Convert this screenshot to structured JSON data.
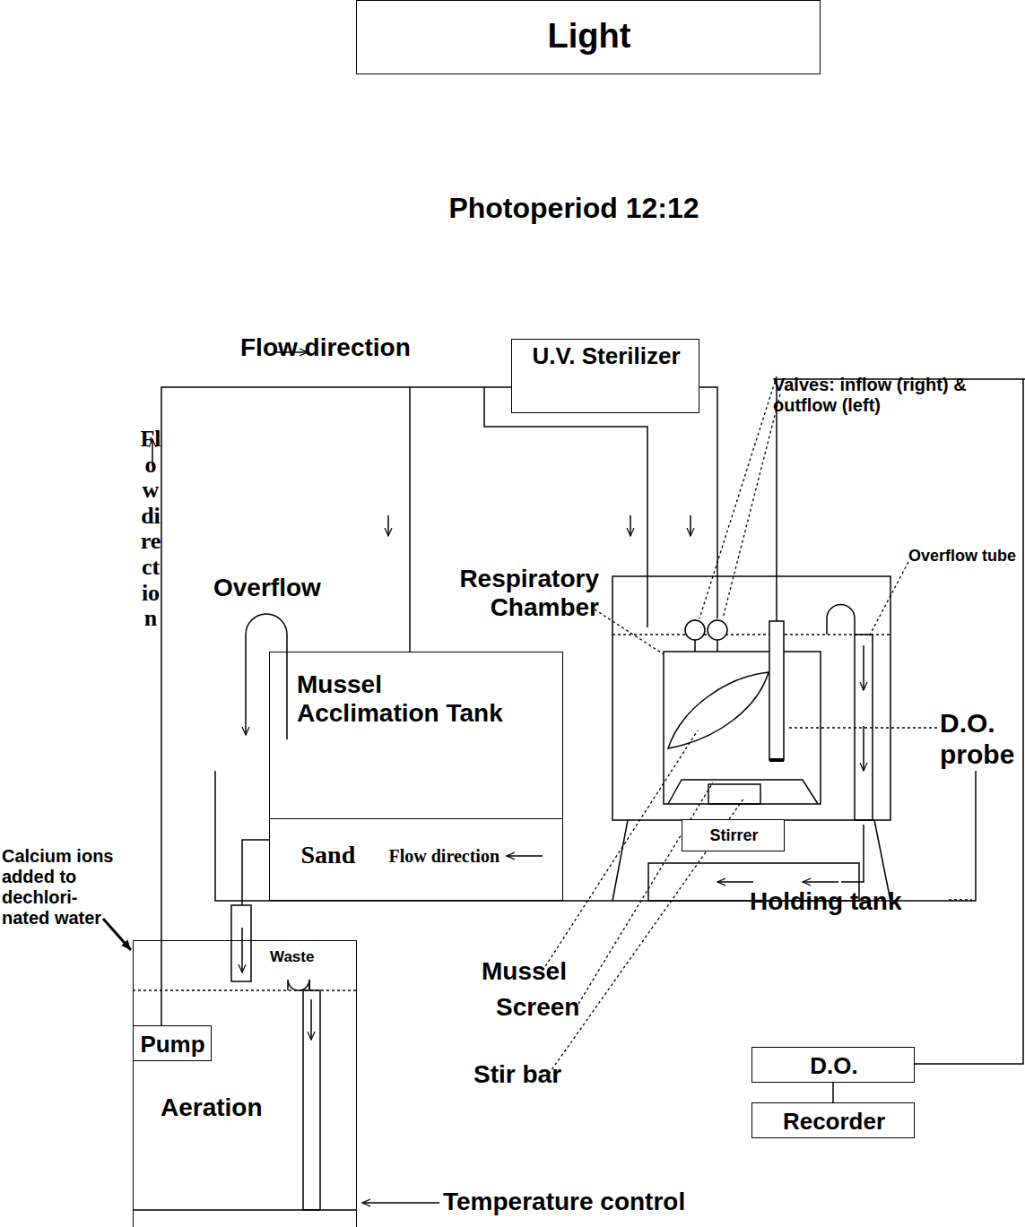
{
  "diagram": {
    "nodes": [
      {
        "text": [
          "Light"
        ]
      },
      {
        "text": [
          "U.V. Sterilizer"
        ]
      },
      {
        "text": [
          "Mussel Acclimation Tank"
        ]
      },
      {
        "text": [
          "Sand",
          "Flow direction"
        ],
        "in": 2
      },
      {
        "text": [
          "Stirrer"
        ]
      },
      {
        "text": [
          "Waste",
          "Aeration"
        ]
      },
      {
        "text": [
          "Pump"
        ],
        "in": 5
      },
      {
        "text": [
          "D.O."
        ]
      },
      {
        "text": [
          "Recorder"
        ]
      }
    ],
    "edges": [
      {
        "from": 7,
        "to": 8,
        "arrow": "none"
      }
    ],
    "labels": [
      "Photoperiod 12:12",
      "Flow direction",
      "Flow direction",
      "Overflow",
      "Respiratory Chamber",
      "Valves: inflow (right) & outflow (left)",
      "Overflow tube",
      "D.O. probe",
      "Calcium ions added to dechlori- nated water",
      "Mussel",
      "Screen",
      "Stir bar",
      "Holding tank",
      "Temperature control"
    ]
  }
}
